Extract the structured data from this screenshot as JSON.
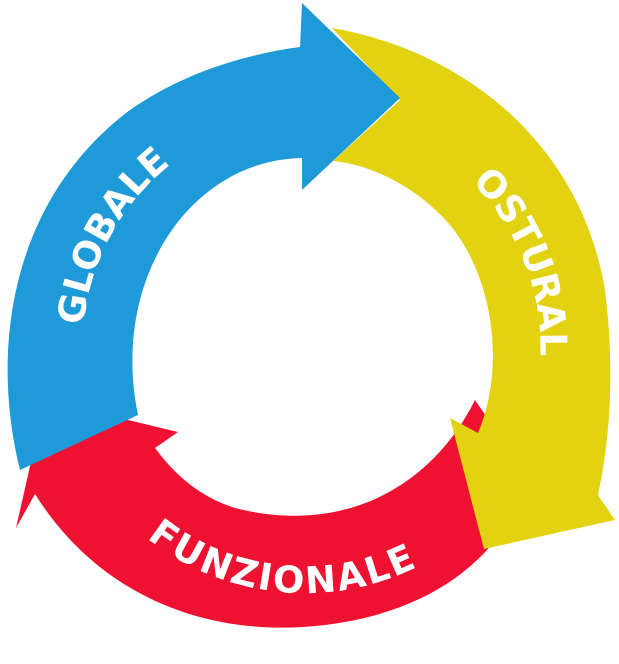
{
  "diagram": {
    "segments": [
      {
        "id": "globale",
        "label": "GLOBALE",
        "color": "#1e9ad8"
      },
      {
        "id": "posturale",
        "label": "POSTURALE",
        "color": "#e3d212"
      },
      {
        "id": "funzionale",
        "label": "FUNZIONALE",
        "color": "#ef1131"
      }
    ]
  }
}
